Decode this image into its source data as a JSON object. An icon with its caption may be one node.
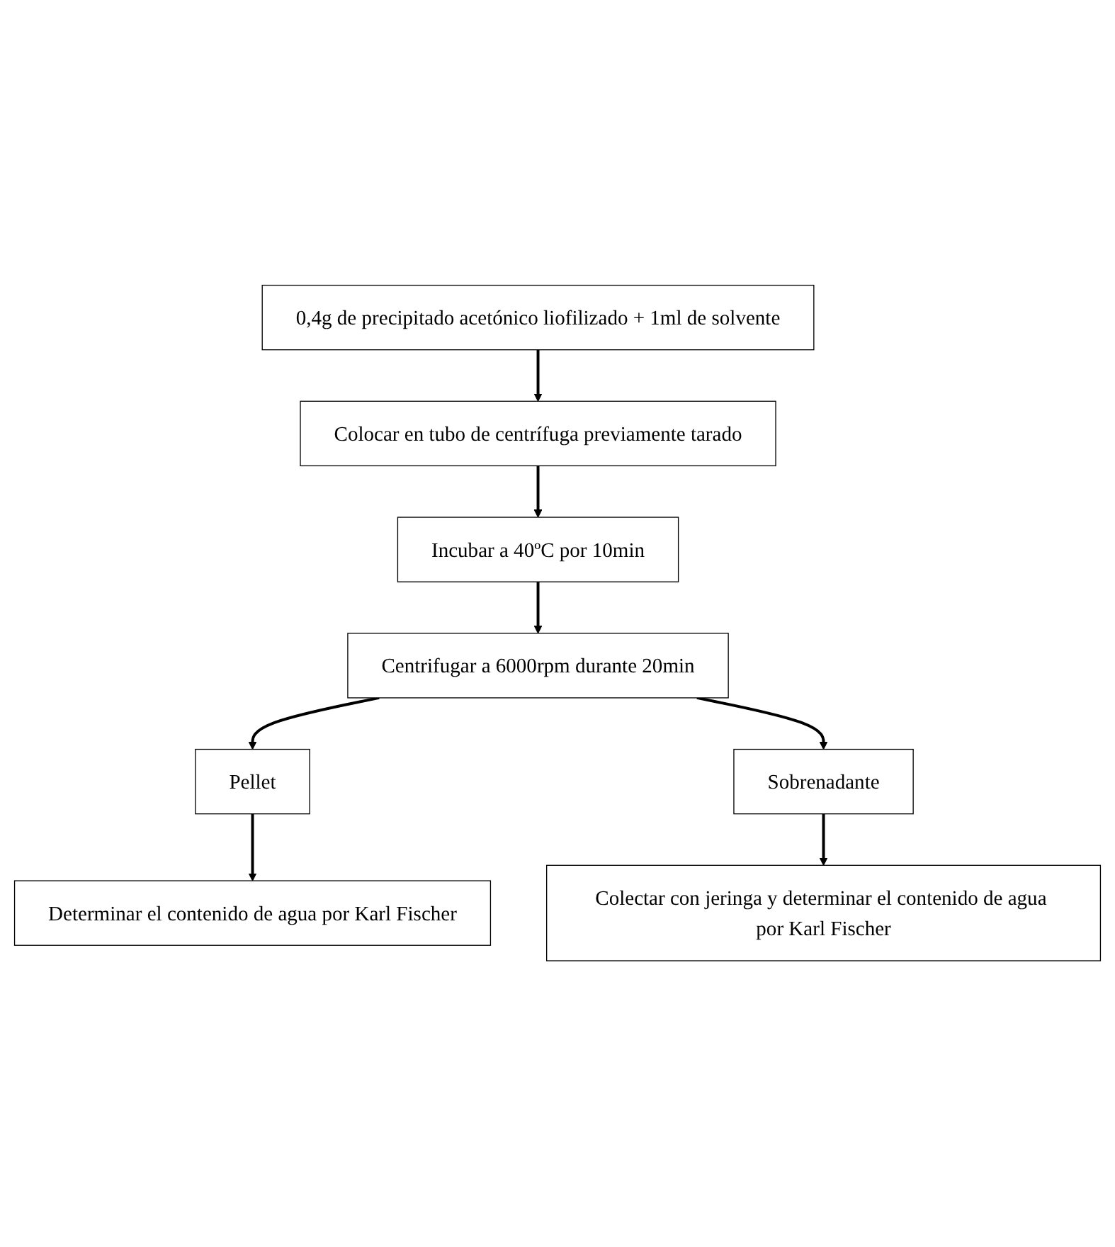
{
  "diagram": {
    "nodes": [
      {
        "text": [
          "0,4g de precipitado acetónico liofilizado + 1ml de solvente"
        ]
      },
      {
        "text": [
          "Colocar en tubo de centrífuga previamente tarado"
        ]
      },
      {
        "text": [
          "Incubar a 40ºC por 10min"
        ]
      },
      {
        "text": [
          "Centrifugar a 6000rpm durante 20min"
        ]
      },
      {
        "text": [
          "Pellet"
        ]
      },
      {
        "text": [
          "Sobrenadante"
        ]
      },
      {
        "text": [
          "Determinar el contenido de agua por Karl Fischer"
        ]
      },
      {
        "text": [
          "Colectar con jeringa y determinar el contenido de agua por Karl Fischer"
        ]
      }
    ],
    "edges": [
      {
        "from": 0,
        "to": 1,
        "arrow": "to"
      },
      {
        "from": 1,
        "to": 2,
        "arrow": "to"
      },
      {
        "from": 2,
        "to": 3,
        "arrow": "to"
      },
      {
        "from": 3,
        "to": 4,
        "arrow": "to"
      },
      {
        "from": 3,
        "to": 5,
        "arrow": "to"
      },
      {
        "from": 4,
        "to": 6,
        "arrow": "to"
      },
      {
        "from": 5,
        "to": 7,
        "arrow": "to"
      }
    ]
  }
}
